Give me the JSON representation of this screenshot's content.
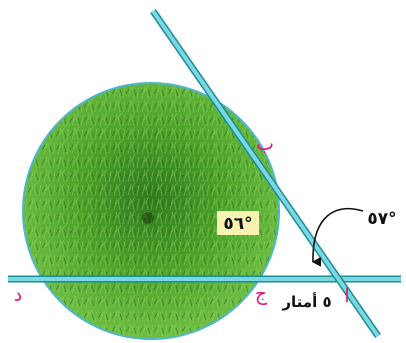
{
  "labels": {
    "point_b": "ب",
    "point_a": "ا",
    "point_j": "ج",
    "point_d": "د",
    "angle_inside": "٥٦°",
    "angle_outside": "٥٧°",
    "distance": "٥ أمتار"
  },
  "colors": {
    "line_fill": "#7dd7e0",
    "line_stroke": "#1a8f99",
    "circle_border": "#4fb7c9",
    "grass_dark": "#2f7a1f",
    "grass_mid": "#4ea52c",
    "grass_light": "#77c84a",
    "point_label": "#e0177b",
    "angle_box": "#f7f3b0"
  }
}
